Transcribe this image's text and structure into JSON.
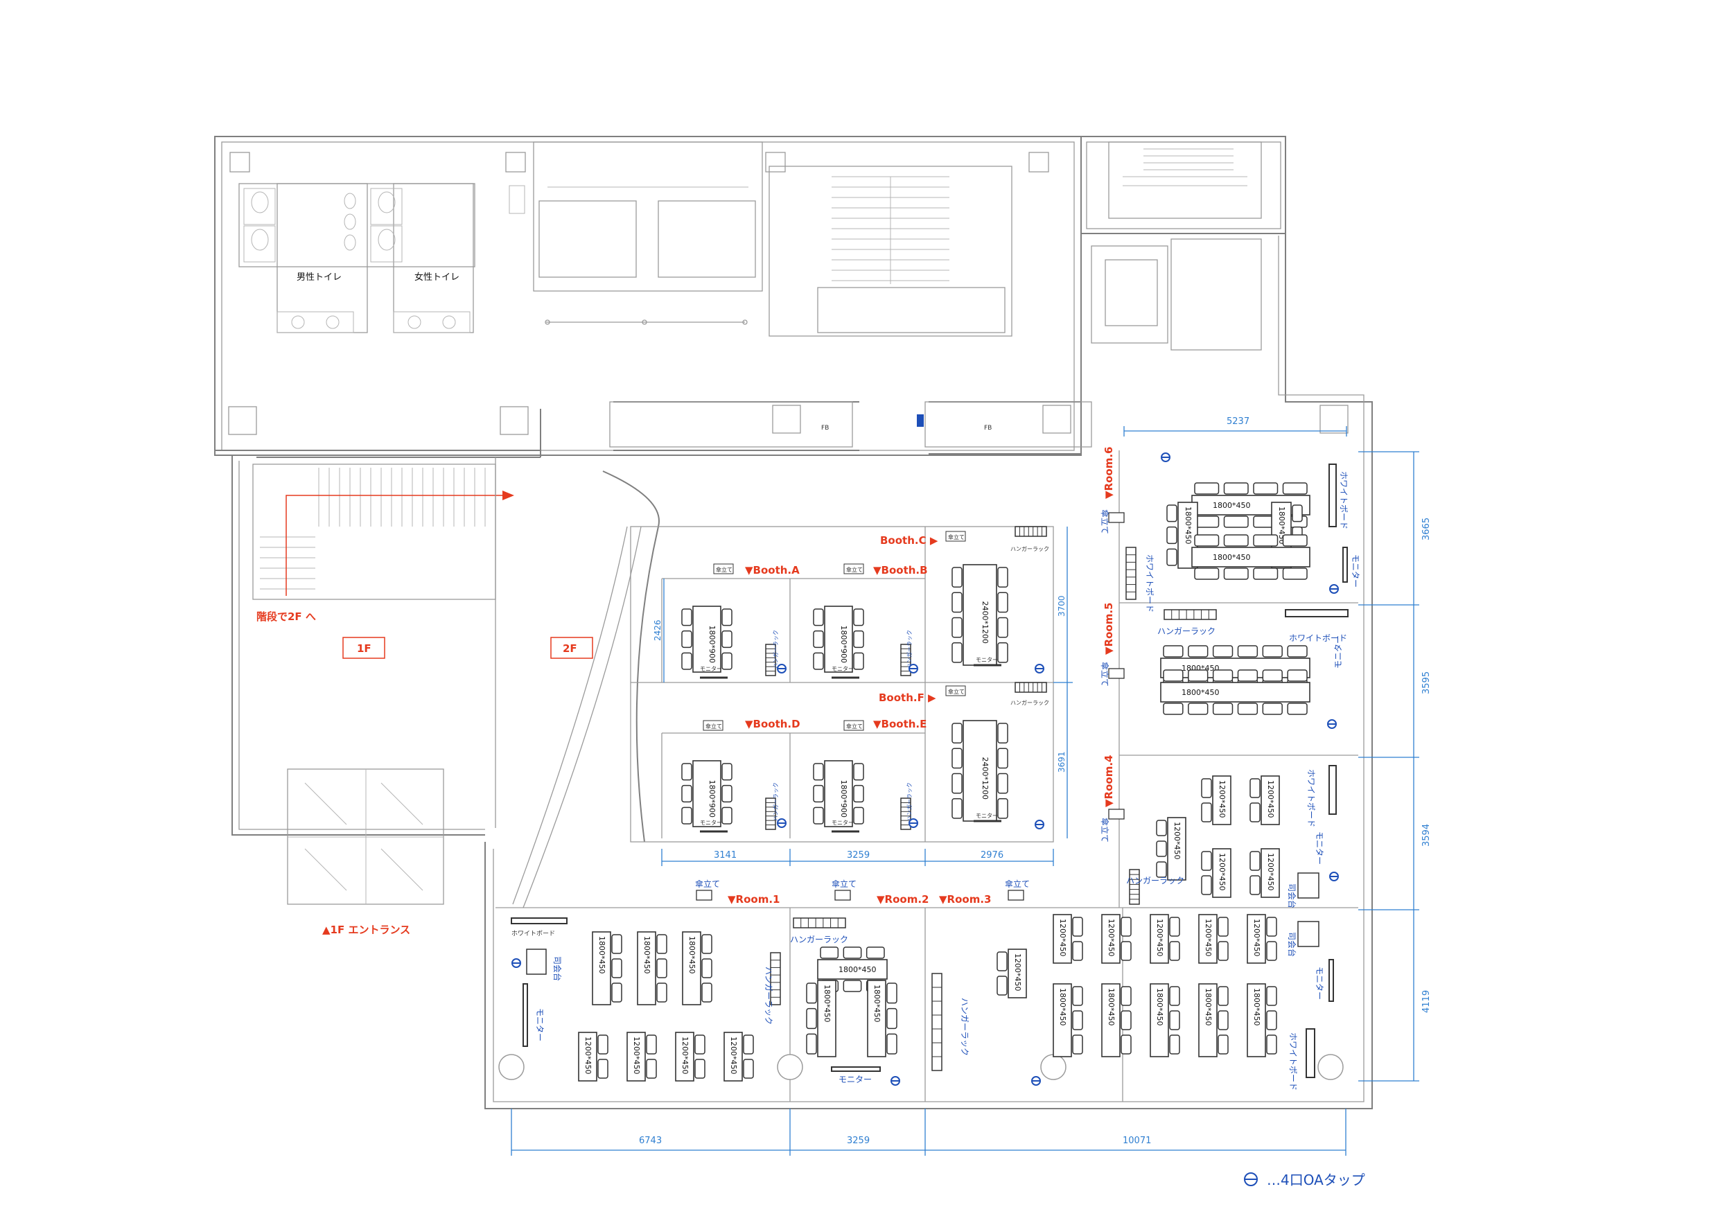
{
  "colors": {
    "label_red": "#e53a1e",
    "label_blue": "#1d4fb8",
    "dimension": "#2f7fd1",
    "wall": "#7f7f7f"
  },
  "toilets": {
    "men": "男性トイレ",
    "women": "女性トイレ"
  },
  "stairs": {
    "to_2f": "階段で2F へ",
    "floor_1f": "1F",
    "floor_2f": "2F",
    "entrance": "▲1F エントランス"
  },
  "booths": {
    "a": "▼Booth.A",
    "b": "▼Booth.B",
    "c": "Booth.C ▶",
    "d": "▼Booth.D",
    "e": "▼Booth.E",
    "f": "Booth.F ▶"
  },
  "rooms": {
    "r1": "▼Room.1",
    "r2": "▼Room.2",
    "r3": "▼Room.3",
    "r4": "▼Room.4",
    "r5": "▼Room.5",
    "r6": "▼Room.6"
  },
  "items": {
    "umbrella": "傘立て",
    "hanger": "ハンガーラック",
    "whiteboard": "ホワイトボード",
    "monitor": "モニター",
    "podium": "司会台",
    "fb": "FB"
  },
  "tables": {
    "t1800x900": "1800*900",
    "t2400x1200": "2400*1200",
    "t1800x450": "1800*450",
    "t1200x450": "1200*450"
  },
  "dimensions": {
    "d5237": "5237",
    "d3665": "3665",
    "d3595": "3595",
    "d3594": "3594",
    "d4119": "4119",
    "d3700": "3700",
    "d3691": "3691",
    "d2426": "2426",
    "d3141": "3141",
    "d3259a": "3259",
    "d2976": "2976",
    "d6743": "6743",
    "d3259b": "3259",
    "d10071": "10071"
  },
  "legend": {
    "text": "…4口OAタップ"
  }
}
